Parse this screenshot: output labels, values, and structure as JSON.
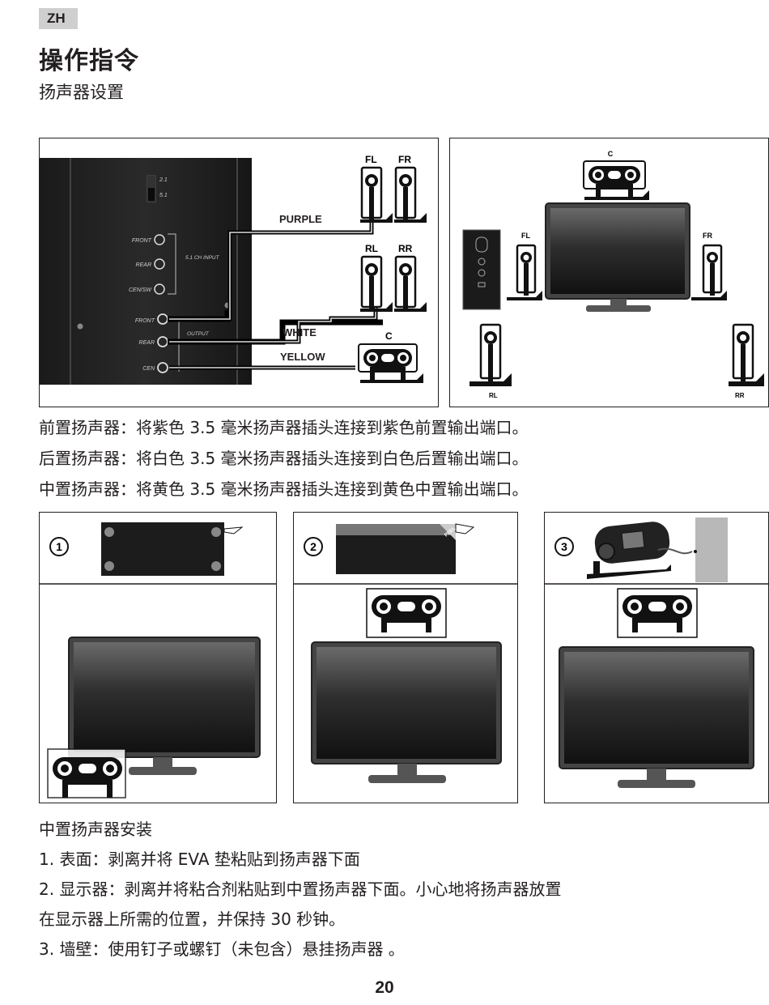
{
  "header": {
    "lang": "ZH",
    "title": "操作指令",
    "subtitle": "扬声器设置"
  },
  "wiring_panel": {
    "switch_labels": [
      "2.1",
      "5.1"
    ],
    "input_ports": [
      "FRONT",
      "REAR",
      "CEN/SW"
    ],
    "input_group_label": "5.1 CH INPUT",
    "output_ports": [
      "FRONT",
      "REAR",
      "CEN"
    ],
    "output_group_label": "OUTPUT",
    "cable_labels": [
      "PURPLE",
      "WHITE",
      "YELLOW"
    ],
    "speaker_labels": [
      "FL",
      "FR",
      "RL",
      "RR",
      "C"
    ]
  },
  "layout_panel": {
    "speaker_labels": [
      "C",
      "FL",
      "FR",
      "RL",
      "RR"
    ]
  },
  "connection_instructions": [
    "前置扬声器：将紫色 3.5 毫米扬声器插头连接到紫色前置输出端口。",
    "后置扬声器：将白色 3.5 毫米扬声器插头连接到白色后置输出端口。",
    "中置扬声器：将黄色 3.5 毫米扬声器插头连接到黄色中置输出端口。"
  ],
  "install_steps": [
    {
      "number": "1"
    },
    {
      "number": "2",
      "peel_label": "PEEL"
    },
    {
      "number": "3"
    }
  ],
  "install_section": {
    "title": "中置扬声器安装",
    "lines": [
      "1. 表面：剥离并将 EVA 垫粘贴到扬声器下面",
      "2. 显示器：剥离并将粘合剂粘贴到中置扬声器下面。小心地将扬声器放置",
      "在显示器上所需的位置，并保持 30 秒钟。",
      "3. 墙壁：使用钉子或螺钉（未包含）悬挂扬声器 。"
    ]
  },
  "page_number": "20"
}
